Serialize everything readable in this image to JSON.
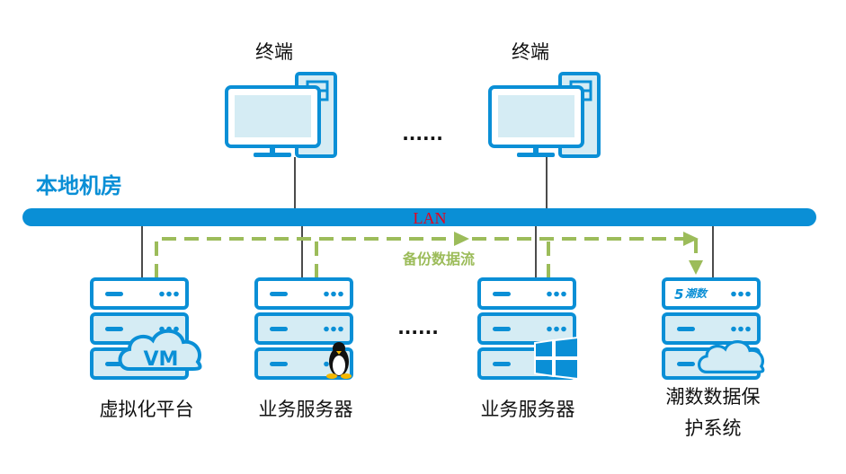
{
  "terminals": [
    {
      "label": "终端"
    },
    {
      "label": "终端"
    }
  ],
  "ellipsis": "......",
  "site_label": "本地机房",
  "network": {
    "label": "LAN"
  },
  "backup_flow": {
    "label": "备份数据流"
  },
  "servers": [
    {
      "label": "虚拟化平台",
      "badge": "VM"
    },
    {
      "label": "业务服务器",
      "os": "linux-icon"
    },
    {
      "label": "业务服务器",
      "os": "windows-icon"
    },
    {
      "label_line1": "潮数数据保",
      "label_line2": "护系统",
      "logo_text": "潮数"
    }
  ],
  "colors": {
    "primary": "#0a8fd6",
    "fill": "#d5ecf4",
    "flow": "#9cbc5a",
    "lan": "#e8001c"
  }
}
